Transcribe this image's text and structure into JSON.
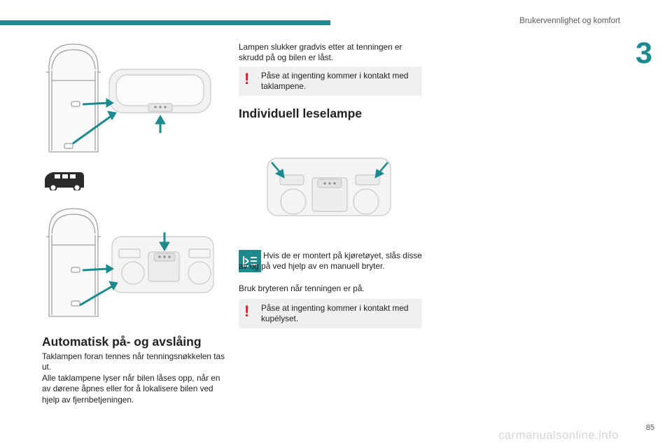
{
  "header": {
    "section_title": "Brukervennlighet og komfort",
    "chapter_number": "3"
  },
  "left_column": {
    "heading": "Automatisk på- og avslåing",
    "paragraph_1": "Taklampen foran tennes når tenningsnøkkelen tas ut.",
    "paragraph_2": "Alle taklampene lyser når bilen låses opp, når en av dørene åpnes eller for å lokalisere bilen ved hjelp av fjernbetjeningen."
  },
  "right_column": {
    "intro_text": "Lampen slukker gradvis etter at tenningen er skrudd på og bilen er låst.",
    "warning_1": "Påse at ingenting kommer i kontakt med taklampene.",
    "heading": "Individuell leselampe",
    "info_text_1": "Hvis de er montert på kjøretøyet, slås disse av og på ved hjelp av en manuell bryter.",
    "info_text_2": "Bruk bryteren når tenningen er på.",
    "warning_2": "Påse at ingenting kommer i kontakt med kupélyset."
  },
  "footer": {
    "page_number": "85",
    "watermark": "carmanualsonline.info"
  },
  "colors": {
    "accent": "#1d8a8d",
    "warning": "#e2162b",
    "warning_box_bg": "#eef0f1"
  },
  "icons": {
    "warning_icon": "exclamation-mark",
    "info_icon": "reading-lamp-info-icon"
  }
}
